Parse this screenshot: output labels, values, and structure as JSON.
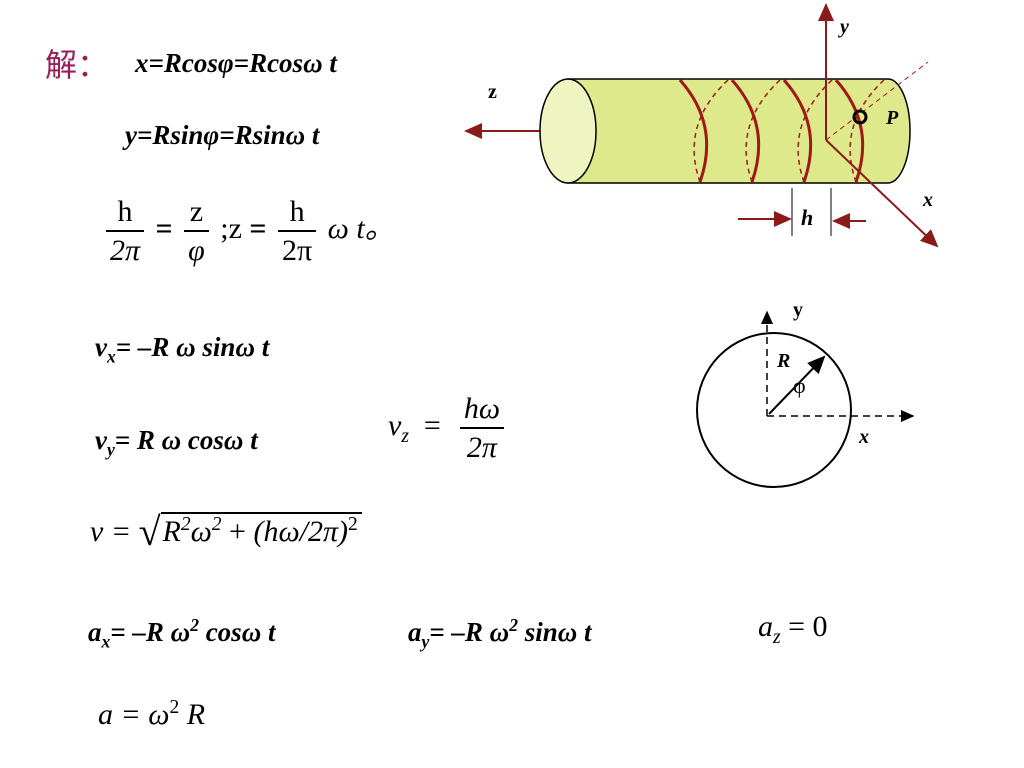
{
  "title": "解：",
  "equations": {
    "x_eq": "x=Rcosφ=Rcosω t",
    "y_eq": "y=Rsinφ=Rsinω t",
    "frac_h": "h",
    "frac_2pi": "2π",
    "frac_z": "z",
    "frac_phi": "φ",
    "semicolon_z": ";z",
    "eq_sign": "=",
    "omega_t": "ω t。",
    "vx_v": "v",
    "vx_sub": "x",
    "vx_rest": "= –R ω sinω t",
    "vy_v": "v",
    "vy_sub": "y",
    "vy_rest": "= R ω cosω t",
    "vz_v": "v",
    "vz_sub": "z",
    "vz_num": "hω",
    "vz_den": "2π",
    "v_lhs": "v =",
    "v_rad_a": "R",
    "v_rad_a_sup": "2",
    "v_rad_b": "ω",
    "v_rad_b_sup": "2",
    "v_rad_plus": " + ",
    "v_rad_paren": "(hω/2π)",
    "v_rad_paren_sup": "2",
    "ax_a": "a",
    "ax_sub": "x",
    "ax_rest1": "= –R ω",
    "ax_sup": "2",
    "ax_rest2": " cosω t",
    "ay_a": "a",
    "ay_sub": "y",
    "ay_rest1": "= –R ω",
    "ay_sup": "2",
    "ay_rest2": " sinω t",
    "az_a": "a",
    "az_sub": "z",
    "az_rest": " = 0",
    "a_lhs": "a = ω",
    "a_sup": "2",
    "a_rest": " R"
  },
  "diagram_cylinder": {
    "label_y": "y",
    "label_z": "z",
    "label_x": "x",
    "label_p": "P",
    "label_h": "h",
    "cylinder_color": "#dde98a",
    "helix_color": "#a01818",
    "axis_color": "#8b1a1a"
  },
  "diagram_circle": {
    "label_y": "y",
    "label_x": "x",
    "label_r": "R",
    "label_phi": "φ"
  }
}
